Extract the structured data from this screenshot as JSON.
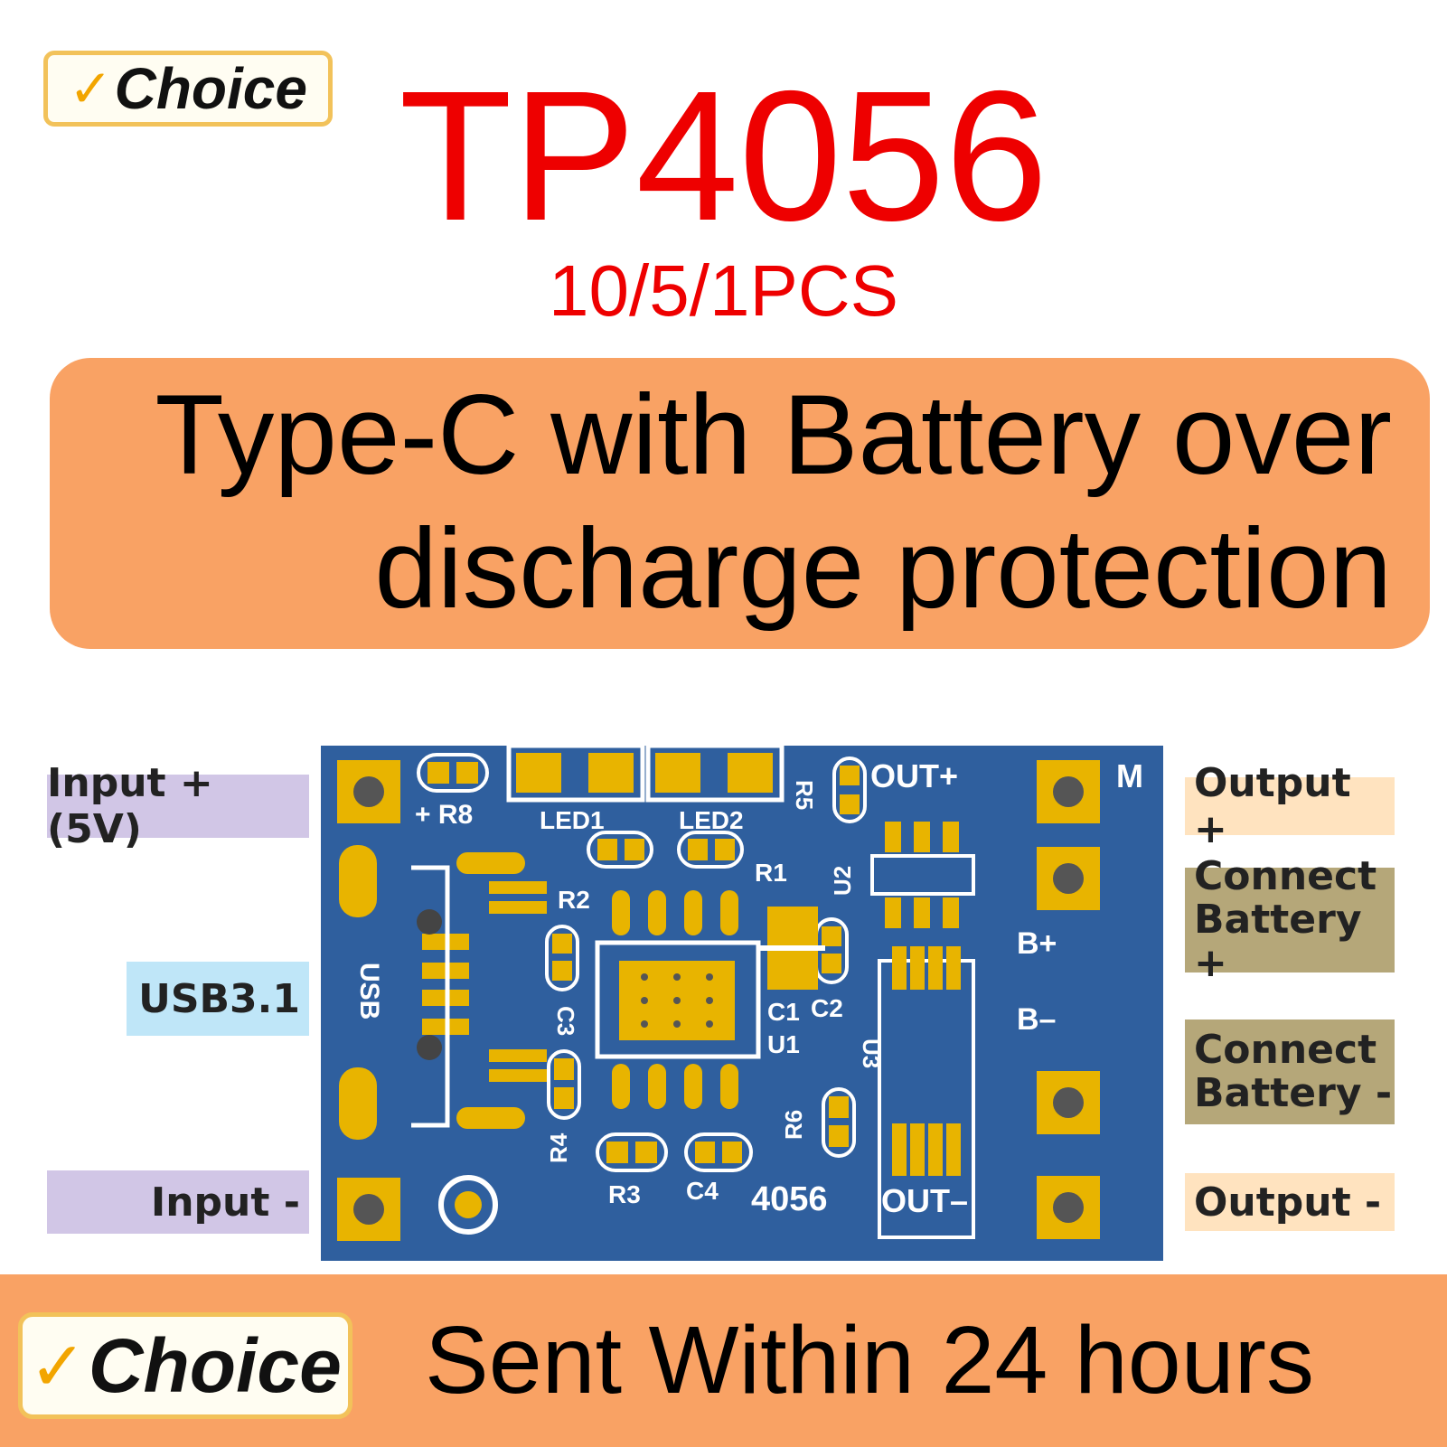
{
  "badge": {
    "label": "Choice",
    "check": "✓"
  },
  "header": {
    "title": "TP4056",
    "quantity": "10/5/1PCS"
  },
  "banner": {
    "line1": "Type-C with Battery over",
    "line2": "discharge protection"
  },
  "labels": {
    "input_plus": "Input + (5V)",
    "usb": "USB3.1",
    "input_minus": "Input -",
    "output_plus": "Output +",
    "battery_plus": [
      "Connect",
      "Battery +"
    ],
    "battery_minus": [
      "Connect",
      "Battery -"
    ],
    "output_minus": "Output -"
  },
  "board": {
    "silkscreen": {
      "led1": "LED1",
      "led2": "LED2",
      "r8": "+ R8",
      "r5": "R5",
      "out_plus": "OUT+",
      "m": "M",
      "r1": "R1",
      "r2": "R2",
      "u2": "U2",
      "b_plus": "B+",
      "b_minus": "B–",
      "usb": "USB",
      "c1": "C1",
      "c2": "C2",
      "u1": "U1",
      "c3": "C3",
      "u3": "U3",
      "r6": "R6",
      "r4": "R4",
      "r3": "R3",
      "c4": "C4",
      "chip": "4056",
      "out_minus": "OUT–"
    },
    "colors": {
      "pcb": "#2f5f9e",
      "pad": "#e8b400",
      "silk": "#ffffff"
    }
  },
  "footer": {
    "text": "Sent Within 24 hours"
  }
}
